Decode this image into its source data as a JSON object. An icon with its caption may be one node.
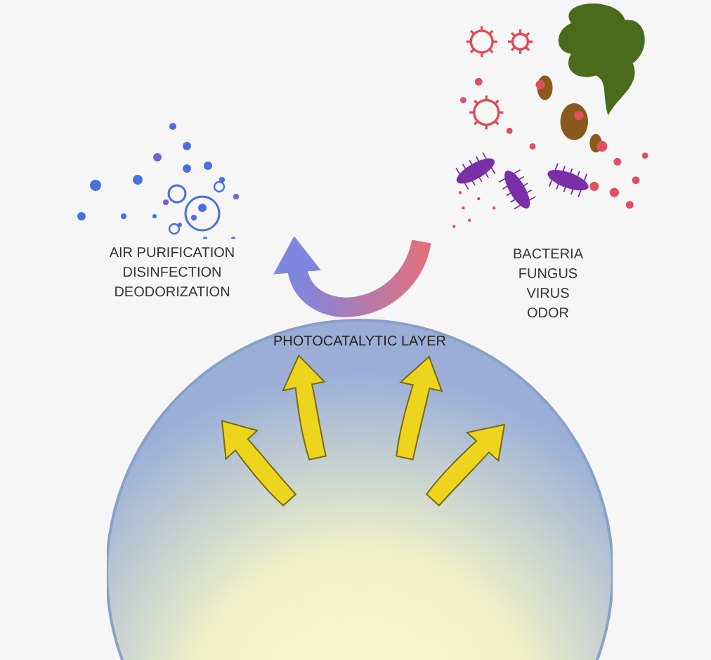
{
  "diagram": {
    "nodes": [
      {
        "text": [
          "AIR PURIFICATION",
          "DISINFECTION",
          "DEODORIZATION"
        ]
      },
      {
        "text": [
          "BACTERIA",
          "FUNGUS",
          "VIRUS",
          "ODOR"
        ]
      },
      {
        "text": [
          "PHOTOCATALYTIC LAYER"
        ]
      }
    ],
    "edges": [
      {
        "from": 1,
        "to": 0,
        "arrow": "to",
        "style": "thick"
      }
    ]
  }
}
